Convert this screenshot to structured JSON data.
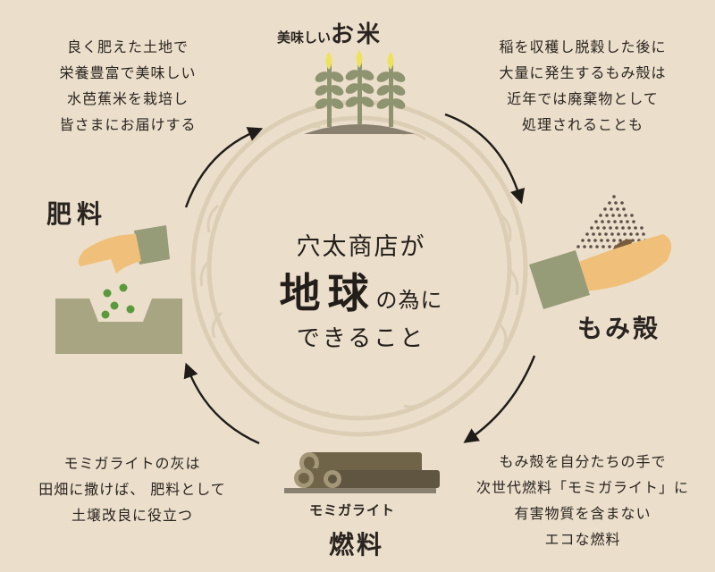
{
  "center": {
    "line1": "穴太商店が",
    "line2_big": "地球",
    "line2_small": "の為に",
    "line3": "できること"
  },
  "stages": {
    "rice": {
      "prefix": "美味しい",
      "label": "お米",
      "description": [
        "良く肥えた土地で",
        "栄養豊富で美味しい",
        "水芭蕉米を栽培し",
        "皆さまにお届けする"
      ]
    },
    "husk": {
      "label": "もみ殻",
      "description": [
        "稲を収穫し脱穀した後に",
        "大量に発生するもみ殻は",
        "近年では廃棄物として",
        "処理されることも"
      ]
    },
    "fuel": {
      "prefix": "モミガライト",
      "label": "燃料",
      "description": [
        "もみ殻を自分たちの手で",
        "次世代燃料「モミガライト」に",
        "有害物質を含まない",
        "エコな燃料"
      ]
    },
    "fertilizer": {
      "label": "肥料",
      "description": [
        "モミガライトの灰は",
        "田畑に撒けば、 肥料として",
        "土壌改良に役立つ"
      ]
    }
  },
  "colors": {
    "background": "#ebdfcb",
    "ornament": "#dccdb5",
    "stalk": "#8f9470",
    "grain_tip": "#ede25e",
    "soil": "#8a8070",
    "skin": "#f0c07a",
    "sleeve": "#969b78",
    "box": "#a8a583",
    "log": "#6f6348",
    "dots": "#5e4e48",
    "seed": "#5a9a3c",
    "arrow": "#1f1b18"
  }
}
